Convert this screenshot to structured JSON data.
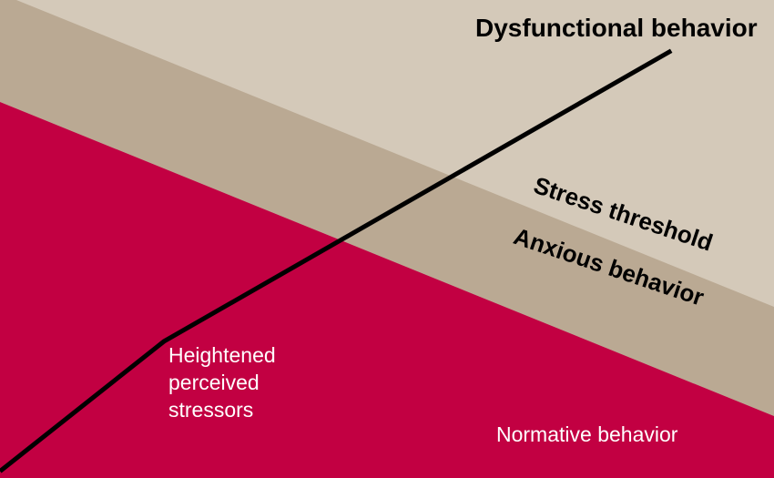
{
  "labels": {
    "dysfunctional_behavior": "Dysfunctional behavior",
    "stress_threshold": "Stress threshold",
    "anxious_behavior": "Anxious behavior",
    "heightened_perceived_stressors": [
      "Heightened",
      "perceived",
      "stressors"
    ],
    "normative_behavior": "Normative behavior"
  },
  "colors": {
    "dysfunctional_zone": "#d4c9b9",
    "anxious_band": "#baa993",
    "normative_zone": "#c20042",
    "trend_line": "#000000",
    "dark_text": "#000000",
    "light_text": "#ffffff"
  }
}
